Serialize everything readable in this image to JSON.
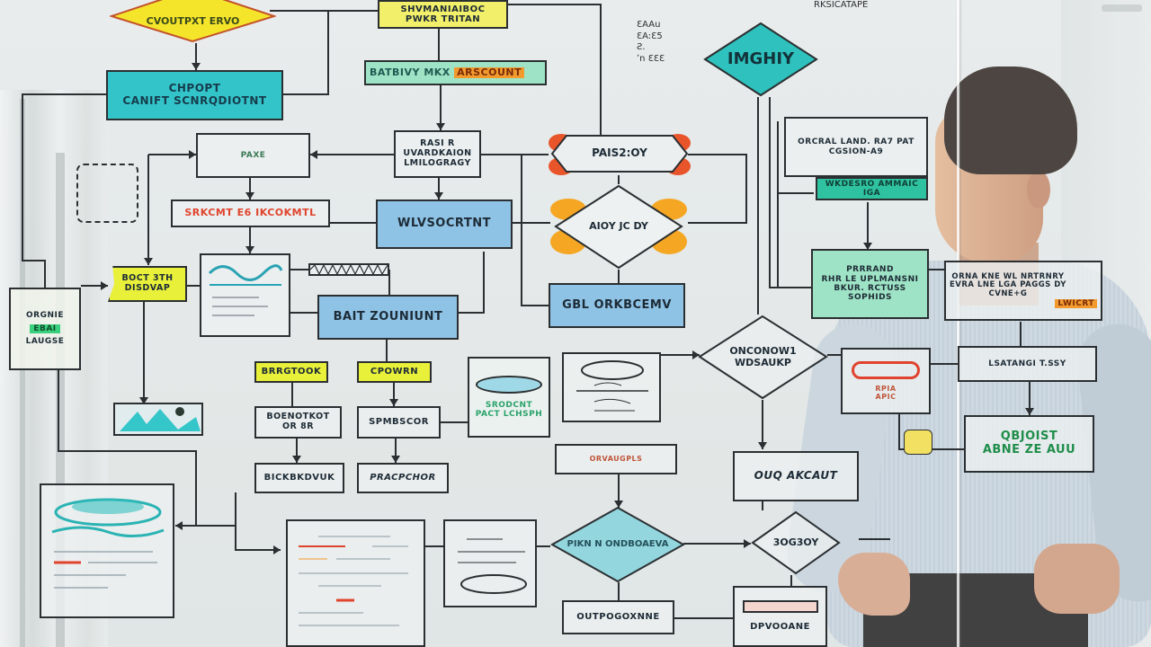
{
  "scene": {
    "description": "Man in light blue striped shirt standing beside a glass wall covered with a hand-drawn flowchart",
    "colors": {
      "line": "#2b2f31",
      "teal": "#33c4c9",
      "blue": "#8fc3e6",
      "mint": "#9ee3c5",
      "lemon": "#e8f03a",
      "yellow": "#f5e52a",
      "red_text": "#e0442e",
      "green_text": "#1f8d4a",
      "orange": "#f29a2e",
      "shirt": "#c3d0db"
    }
  },
  "flowchart": {
    "top_diamond_yellow": "CVOUTPXT ERVO",
    "top_box_yellow": "SHVMANIAIBOC\nPWKR TRITAN",
    "box_mint_orange": {
      "left": "BATBIVY MKX",
      "highlight": "ARSCOUNT"
    },
    "box_teal_left": "CHPOPT\nCANIFT SCNRQDIOTNT",
    "box_light_1": "PAXE",
    "box_light_2": "RASI R\nUVARDKAION\nLMILOGRAGY",
    "box_red": "SRKCMT E6 IKCOKMTL",
    "box_blue_1": "WLVSOCRTNT",
    "tag_yellow": "BOCT 3TH\nDISDVAP",
    "box_left_card": {
      "title": "ORGNIE",
      "hl": "EBAI",
      "text": "LAUGSE"
    },
    "box_aqua_sketch": "notes",
    "box_blue_2": "BAIT ZOUNIUNT",
    "box_lemon_1": "BRRGTOOK",
    "box_lemon_2": "CPOWRN",
    "box_light_3": "BOENOTKOT OR 8R",
    "box_light_4": "SPMBSCOR",
    "box_light_5": "BICKBKDVUK",
    "box_light_6": "PRACPCHOR",
    "box_mint_card": {
      "line1": "SRODCNT",
      "line2": "PACT LCHSPH"
    },
    "box_oval_card": "notes",
    "hex_red": "PAIS2:OY",
    "diamond_orange": "AIOY JC DY",
    "box_blue_3": "GBL ORKBCEMV",
    "diamond_teal_top": "IMGHIY",
    "right_note_top": "RKSICATAPE",
    "box_right_light": "ORCRAL LAND. RA7 PAT\nCGSION-A9",
    "box_teal_strip": "WKDESRO AMMAIC IGA",
    "box_mint_right": "PRRRAND\nRHR LE UPLMANSNI\nBKUR. RCTUSS SOPHIDS",
    "box_right_shirt": {
      "text": "ORNA KNE WL NRTRNRY\nEVRA LNE LGA PAGGS DY\nCVNE+G",
      "badge": "LWICRT"
    },
    "diamond_center": "ONCONOW1\nWDSAUKP",
    "box_oval_red": "RPIA\nAPIC",
    "box_right_2": "LSATANGI T.SSY",
    "box_green": "QBJOIST\nABNE ZE AUU",
    "box_center_note": "ORVAUGPLS",
    "box_center_bottom": "OUQ AKCAUT",
    "box_large_bottom": "notes",
    "box_small_bottom": "notes",
    "diamond_bottom_teal": "PIKN N ONDBOAEVA",
    "diamond_bottom_right": "3OG3OY",
    "box_bottom_1": "OUTPOGOXNNE",
    "box_bottom_2": "DPVOOANE",
    "box_big_left": "notes"
  }
}
